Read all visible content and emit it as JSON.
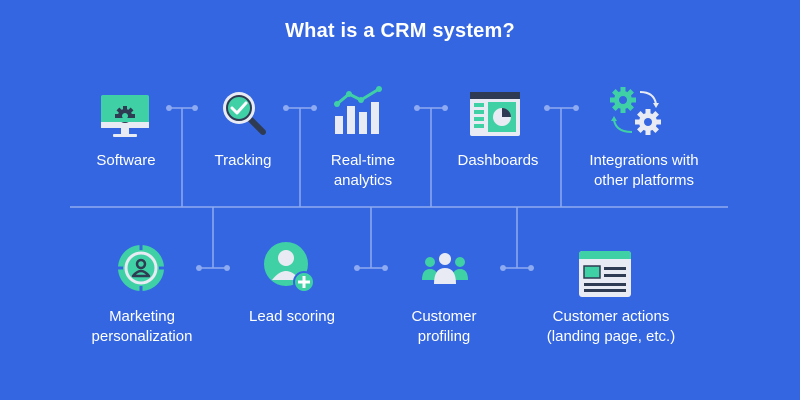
{
  "title": "What is a CRM system?",
  "colors": {
    "background": "#3466e2",
    "connector": "#8eaaf0",
    "accent": "#3fd1a5",
    "icon_light": "#e8ebf3",
    "icon_dark": "#2f3b53",
    "text": "#ffffff"
  },
  "top_row": [
    {
      "label": "Software",
      "icon": "monitor-gear-icon"
    },
    {
      "label": "Tracking",
      "icon": "magnifier-check-icon"
    },
    {
      "label": "Real-time\nanalytics",
      "icon": "bar-chart-trend-icon"
    },
    {
      "label": "Dashboards",
      "icon": "dashboard-panel-icon"
    },
    {
      "label": "Integrations with\nother platforms",
      "icon": "gears-sync-icon"
    }
  ],
  "bottom_row": [
    {
      "label": "Marketing\npersonalization",
      "icon": "target-person-icon"
    },
    {
      "label": "Lead scoring",
      "icon": "user-add-icon"
    },
    {
      "label": "Customer\nprofiling",
      "icon": "user-group-icon"
    },
    {
      "label": "Customer actions\n(landing page, etc.)",
      "icon": "browser-window-icon"
    }
  ]
}
